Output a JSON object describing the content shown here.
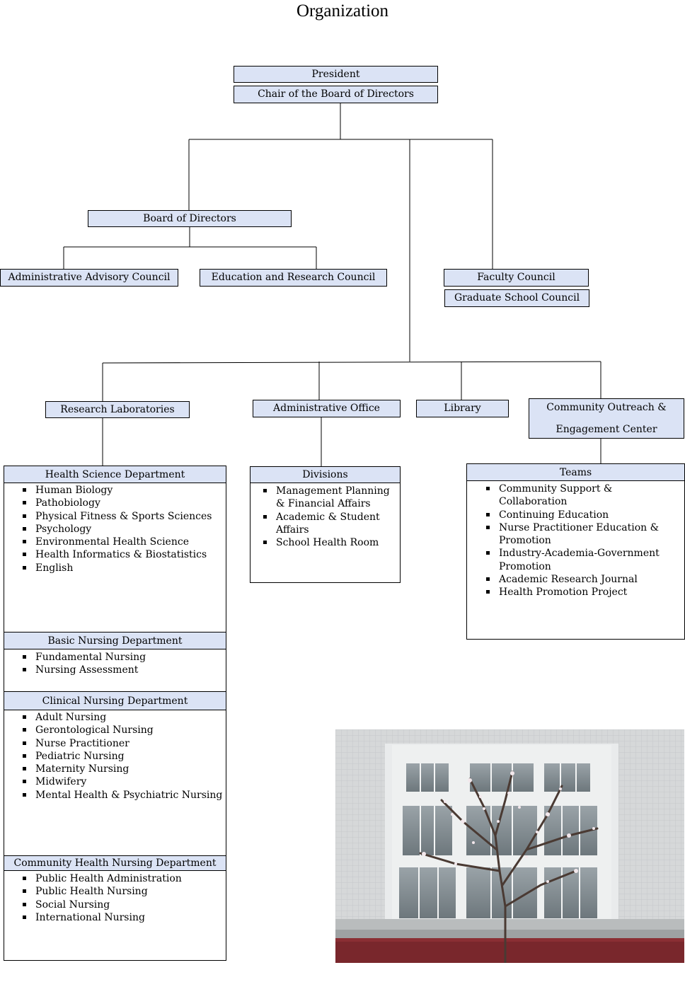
{
  "title": "Organization",
  "top": {
    "president": "President",
    "chair": "Chair of the Board of Directors"
  },
  "board": {
    "label": "Board of Directors",
    "advisory": "Administrative Advisory Council",
    "education_research": "Education and Research Council"
  },
  "faculty": {
    "council": "Faculty Council",
    "graduate": "Graduate School Council"
  },
  "units": {
    "research_labs": "Research Laboratories",
    "admin_office": "Administrative Office",
    "library": "Library",
    "community_center": "Community Outreach & Engagement Center"
  },
  "departments": [
    {
      "title": "Health Science Department",
      "items": [
        "Human Biology",
        "Pathobiology",
        "Physical Fitness & Sports Sciences",
        "Psychology",
        "Environmental Health Science",
        "Health Informatics & Biostatistics",
        "English"
      ]
    },
    {
      "title": "Basic Nursing Department",
      "items": [
        "Fundamental Nursing",
        "Nursing Assessment"
      ]
    },
    {
      "title": "Clinical Nursing Department",
      "items": [
        "Adult Nursing",
        "Gerontological Nursing",
        "Nurse Practitioner",
        "Pediatric Nursing",
        "Maternity Nursing",
        "Midwifery",
        "Mental Health & Psychiatric Nursing"
      ]
    },
    {
      "title": "Community Health Nursing Department",
      "items": [
        "Public Health Administration",
        "Public Health Nursing",
        "Social Nursing",
        "International Nursing"
      ]
    }
  ],
  "divisions": {
    "title": "Divisions",
    "items": [
      "Management Planning & Financial Affairs",
      "Academic & Student Affairs",
      "School Health Room"
    ]
  },
  "teams": {
    "title": "Teams",
    "items": [
      "Community Support & Collaboration",
      "Continuing Education",
      "Nurse Practitioner Education & Promotion",
      "Industry-Academia-Government Promotion",
      "Academic Research Journal",
      "Health Promotion Project"
    ]
  },
  "colors": {
    "box_fill": "#dbe3f5",
    "line": "#000000"
  }
}
